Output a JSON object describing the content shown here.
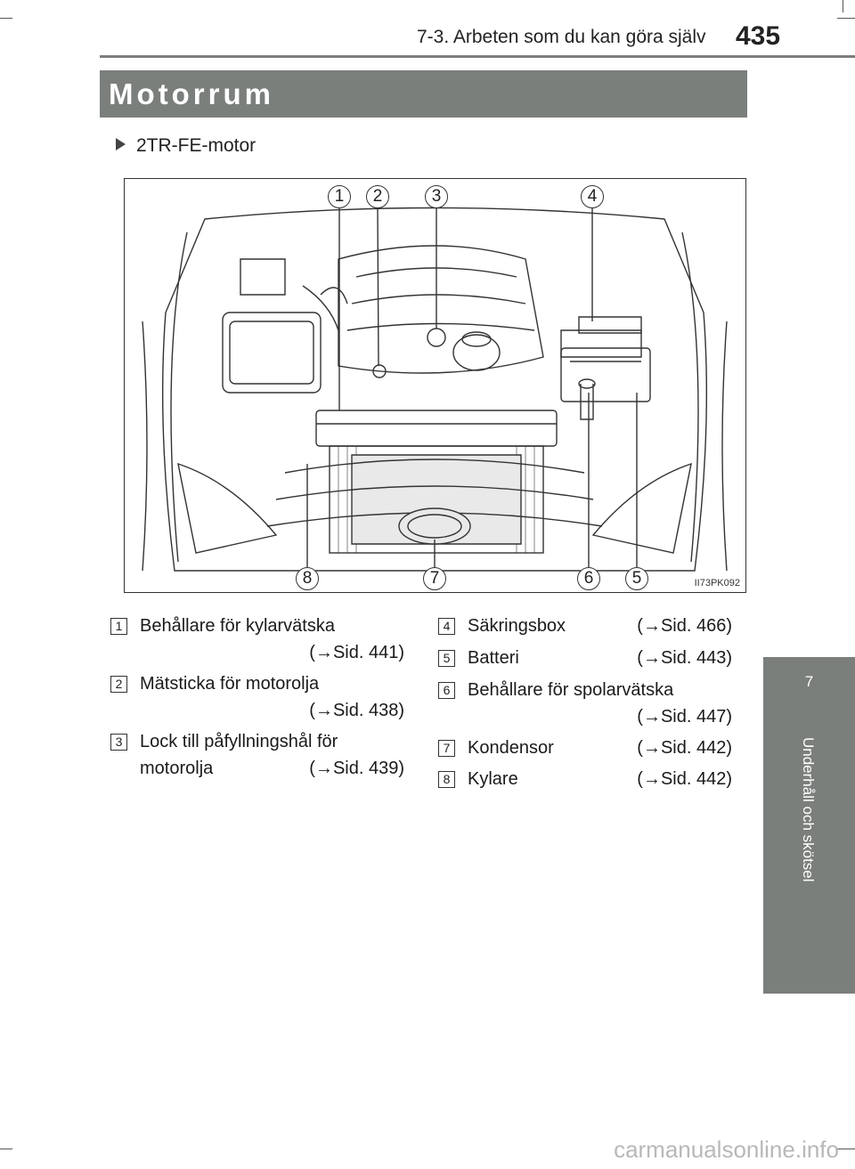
{
  "header": {
    "title": "7-3. Arbeten som du kan göra själv",
    "page_number": "435"
  },
  "section": {
    "title": "Motorrum"
  },
  "side_tab": {
    "number": "7",
    "label": "Underhåll och skötsel"
  },
  "figure": {
    "subheading": "2TR-FE-motor",
    "code": "II73PK092",
    "callouts_top": [
      "1",
      "2",
      "3",
      "4"
    ],
    "callouts_bottom": [
      "8",
      "7",
      "6",
      "5"
    ]
  },
  "legend": [
    {
      "num": "1",
      "line1": "Behållare för kylarvätska",
      "line2": "",
      "ref": "(→Sid. 441)"
    },
    {
      "num": "2",
      "line1": "Mätsticka för motorolja",
      "line2": "",
      "ref": "(→Sid. 438)"
    },
    {
      "num": "3",
      "line1": "Lock till påfyllningshål för",
      "line2": "motorolja",
      "ref": "(→Sid. 439)"
    },
    {
      "num": "4",
      "line1": "Säkringsbox",
      "line2": "",
      "ref": "(→Sid. 466)"
    },
    {
      "num": "5",
      "line1": "Batteri",
      "line2": "",
      "ref": "(→Sid. 443)"
    },
    {
      "num": "6",
      "line1": "Behållare för spolarvätska",
      "line2": "",
      "ref": "(→Sid. 447)"
    },
    {
      "num": "7",
      "line1": "Kondensor",
      "line2": "",
      "ref": "(→Sid. 442)"
    },
    {
      "num": "8",
      "line1": "Kylare",
      "line2": "",
      "ref": "(→Sid. 442)"
    }
  ],
  "watermark": "carmanualsonline.info"
}
